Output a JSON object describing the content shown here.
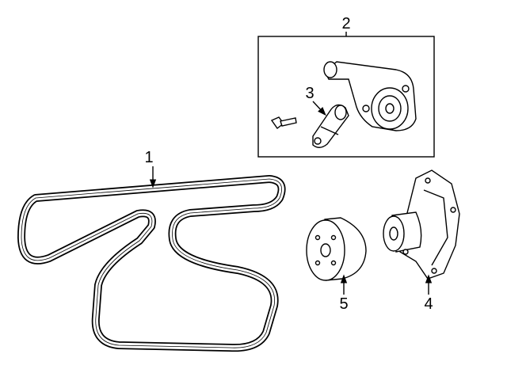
{
  "callouts": [
    {
      "number": "1",
      "part": "serpentine-belt"
    },
    {
      "number": "2",
      "part": "tensioner-assembly"
    },
    {
      "number": "3",
      "part": "tensioner-damper"
    },
    {
      "number": "4",
      "part": "water-pump"
    },
    {
      "number": "5",
      "part": "water-pump-pulley"
    }
  ]
}
